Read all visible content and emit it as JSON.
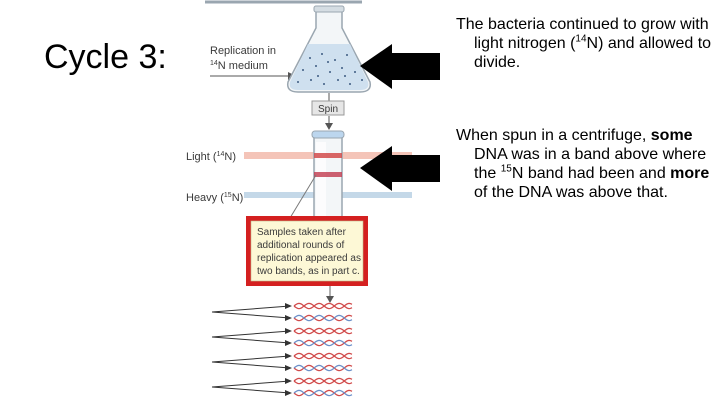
{
  "slide": {
    "title": "Cycle 3:"
  },
  "figure": {
    "replication_label_line1": "Replication in",
    "replication_label_line2_sup": "14",
    "replication_label_line2_rest": "N medium",
    "spin_label": "Spin",
    "light_label": "Light (",
    "light_sup": "14",
    "light_suffix": "N)",
    "heavy_label": "Heavy (",
    "heavy_sup": "15",
    "heavy_suffix": "N)",
    "callout_lines": [
      "Samples taken after",
      "additional rounds of",
      "replication appeared as",
      "two bands, as in part c."
    ]
  },
  "paragraphs": {
    "p1_part1": "The bacteria continued to grow with light nitrogen (",
    "p1_sup": "14",
    "p1_part2": "N) and allowed to divide.",
    "p2_part1": "When spun in a centrifuge, ",
    "p2_bold1": "some",
    "p2_part2": " DNA was in a band above where the ",
    "p2_sup": "15",
    "p2_part3": "N band had been and ",
    "p2_bold2": "more",
    "p2_part4": " of the DNA was above that."
  },
  "colors": {
    "arrow": "#000000",
    "callout_border": "#d42020",
    "callout_fill": "#fdf8d6",
    "light_band": "#f4c4b8",
    "heavy_band": "#c4d8e8",
    "dna_red": "#d14b4b",
    "dna_blue": "#6b8fc9"
  }
}
